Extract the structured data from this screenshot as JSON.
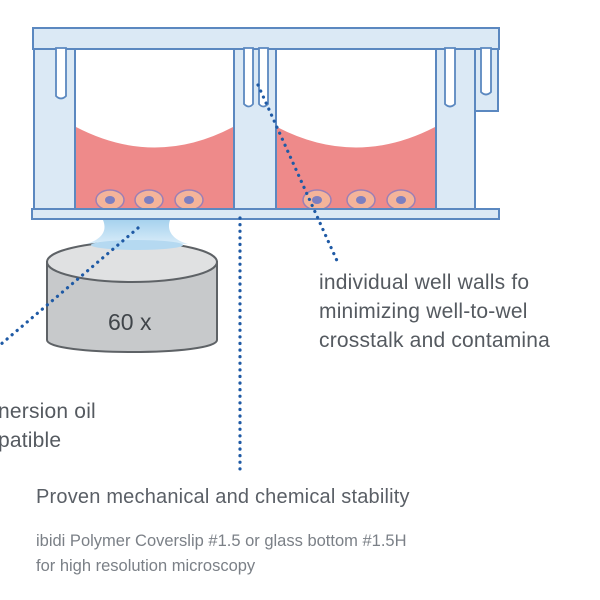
{
  "objective_label": "60 x",
  "callouts": {
    "well_walls": {
      "lines": [
        "individual well walls fo",
        "minimizing well-to-wel",
        "crosstalk and contamina"
      ]
    },
    "immersion_oil": {
      "lines": [
        "nersion oil",
        "patible"
      ]
    },
    "stability": {
      "title": "Proven mechanical and chemical stability",
      "subtitle_lines": [
        "ibidi Polymer Coverslip #1.5 or glass bottom #1.5H",
        "for high resolution microscopy"
      ]
    }
  },
  "colors": {
    "frame_fill": "#dbe9f5",
    "frame_stroke": "#5b88c0",
    "medium": "#ee8a8a",
    "cell": "#f4b49a",
    "nucleus": "#7d7fc0",
    "objective": "#c7c9cb",
    "objective_top": "#e0e1e2",
    "dotted_line": "#1f5aa5",
    "text": "#555a60",
    "subtext": "#7b8087"
  }
}
